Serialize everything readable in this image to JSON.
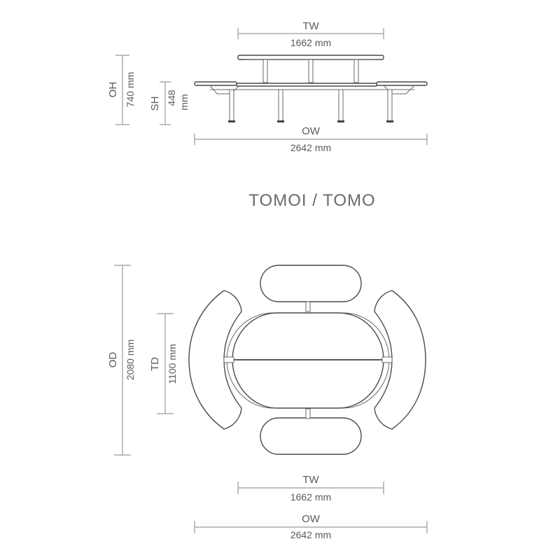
{
  "title": "TOMOI / TOMO",
  "elevation": {
    "tw_label": "TW",
    "tw_value": "1662 mm",
    "oh_label": "OH",
    "oh_value": "740 mm",
    "sh_label": "SH",
    "sh_value_line1": "448",
    "sh_value_line2": "mm",
    "ow_label": "OW",
    "ow_value": "2642 mm"
  },
  "plan": {
    "od_label": "OD",
    "od_value": "2080 mm",
    "td_label": "TD",
    "td_value": "1100 mm",
    "tw_label": "TW",
    "tw_value": "1662 mm",
    "ow_label": "OW",
    "ow_value": "2642 mm"
  }
}
